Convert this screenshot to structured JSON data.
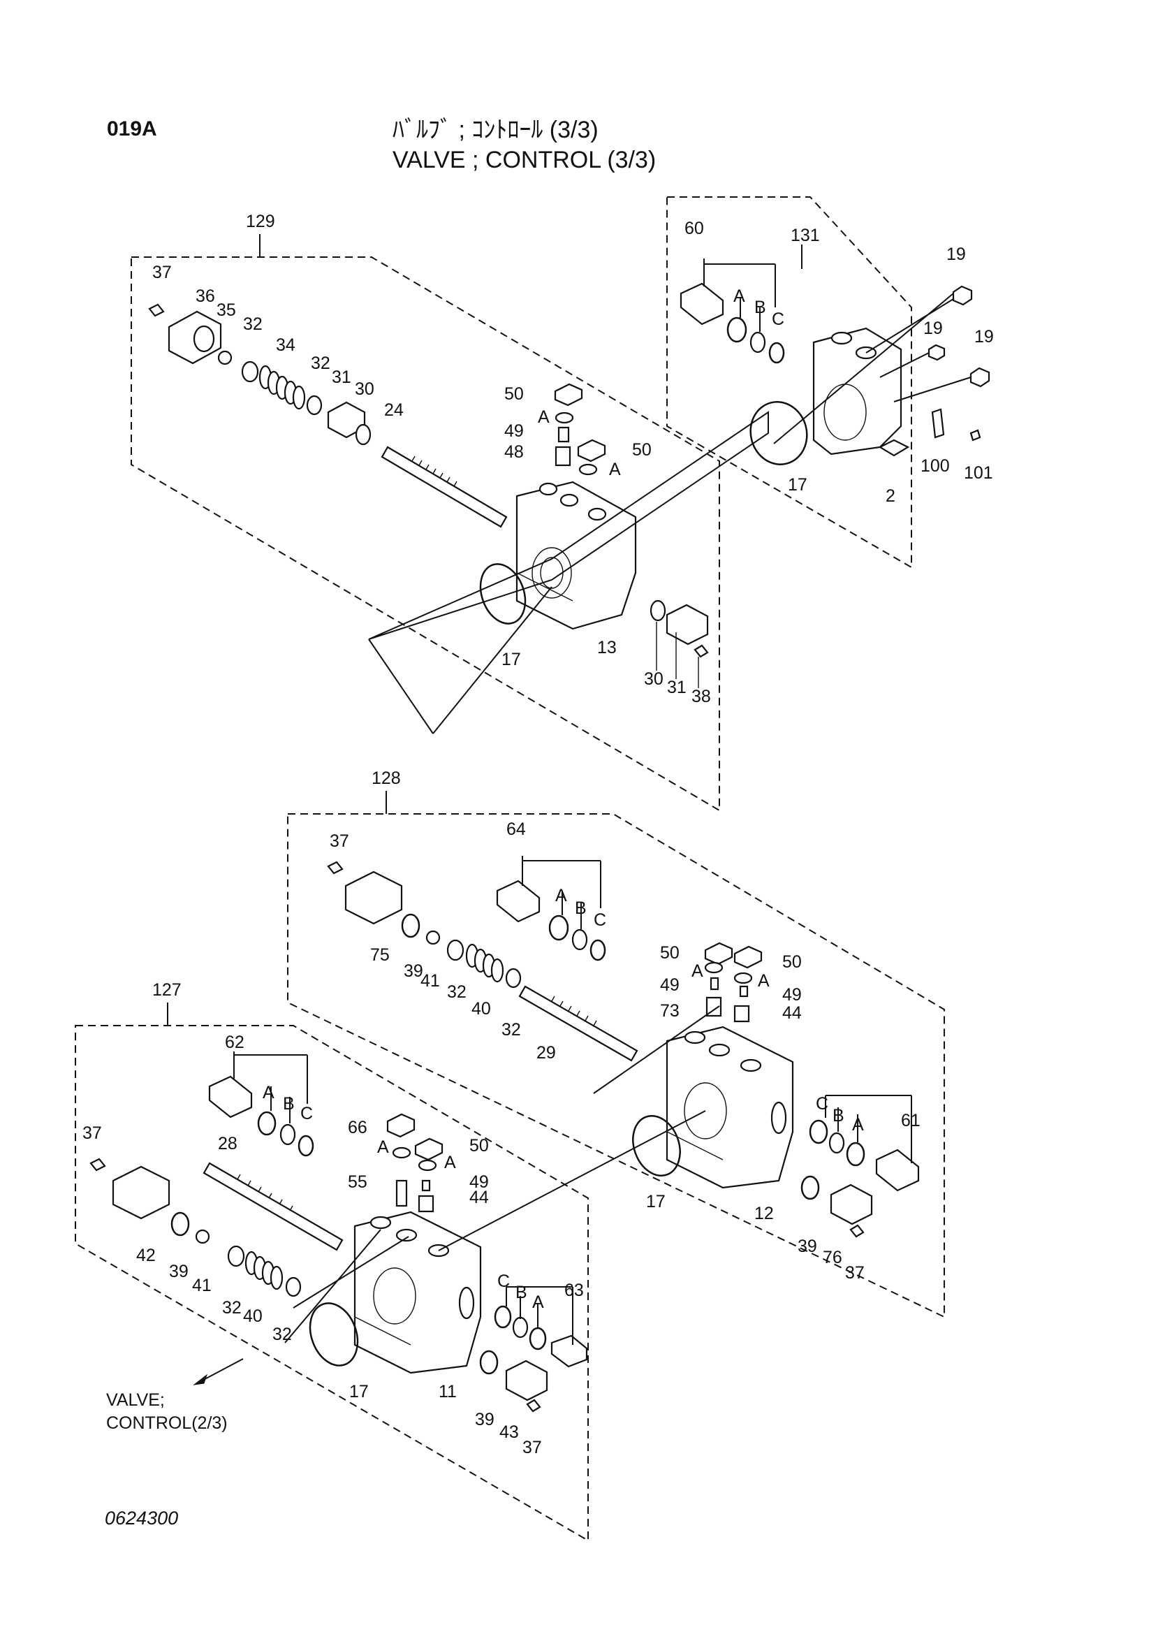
{
  "header": {
    "page_code": "019A",
    "title_jp": "ﾊﾞﾙﾌﾞ ; ｺﾝﾄﾛｰﾙ (3/3)",
    "title_en": "VALVE ; CONTROL (3/3)"
  },
  "footer": {
    "document_number": "0624300"
  },
  "reference": {
    "line1": "VALVE;",
    "line2": "CONTROL(2/3)"
  },
  "assemblies": [
    {
      "id": "129"
    },
    {
      "id": "131"
    },
    {
      "id": "128"
    },
    {
      "id": "127"
    }
  ],
  "callouts": {
    "a129": "129",
    "a131": "131",
    "a128": "128",
    "a127": "127",
    "p37a": "37",
    "p36": "36",
    "p35": "35",
    "p32a": "32",
    "p34": "34",
    "p32b": "32",
    "p31a": "31",
    "p30a": "30",
    "p24": "24",
    "p50a": "50",
    "pAa": "A",
    "p49a": "49",
    "p48": "48",
    "p50b": "50",
    "pAb": "A",
    "p13": "13",
    "p17a": "17",
    "p30b": "30",
    "p31b": "31",
    "p38": "38",
    "p60": "60",
    "pA1": "A",
    "pB1": "B",
    "pC1": "C",
    "p19a": "19",
    "p19b": "19",
    "p19c": "19",
    "p17b": "17",
    "p100": "100",
    "p101": "101",
    "p2": "2",
    "p37b": "37",
    "p75": "75",
    "p39a": "39",
    "p41a": "41",
    "p32c": "32",
    "p40a": "40",
    "p32d": "32",
    "p29": "29",
    "p64": "64",
    "pA2": "A",
    "pB2": "B",
    "pC2": "C",
    "p50c": "50",
    "pAc": "A",
    "p50d": "50",
    "pAd": "A",
    "p49b": "49",
    "p49c": "49",
    "p73": "73",
    "p44a": "44",
    "p12": "12",
    "p17c": "17",
    "pC3": "C",
    "pB3": "B",
    "pA3": "A",
    "p61": "61",
    "p39b": "39",
    "p76": "76",
    "p37c": "37",
    "p62": "62",
    "pA4": "A",
    "pB4": "B",
    "pC4": "C",
    "p28": "28",
    "p37d": "37",
    "p42": "42",
    "p39c": "39",
    "p41b": "41",
    "p32e": "32",
    "p40b": "40",
    "p32f": "32",
    "p66": "66",
    "pAe": "A",
    "p50e": "50",
    "pAf": "A",
    "p55": "55",
    "p49d": "49",
    "p44b": "44",
    "p17d": "17",
    "p11": "11",
    "pC5": "C",
    "pB5": "B",
    "pA5": "A",
    "p63": "63",
    "p39d": "39",
    "p43": "43",
    "p37e": "37"
  }
}
